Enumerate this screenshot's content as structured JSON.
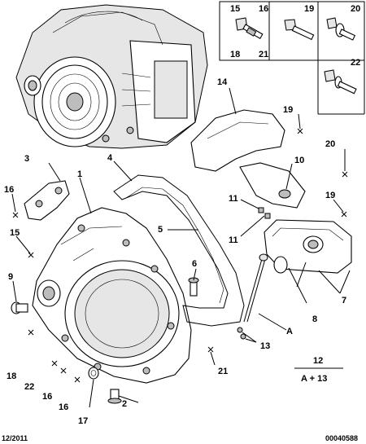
{
  "callouts": {
    "c1": "1",
    "c2": "2",
    "c3": "3",
    "c4": "4",
    "c5": "5",
    "c6": "6",
    "c7": "7",
    "c8": "8",
    "c9": "9",
    "c10": "10",
    "c11a": "11",
    "c11b": "11",
    "c13": "13",
    "c14": "14",
    "c15": "15",
    "c16a": "16",
    "c16b": "16",
    "c16c": "16",
    "c17": "17",
    "c18": "18",
    "c19a": "19",
    "c19b": "19",
    "c20": "20",
    "c21": "21",
    "c22": "22",
    "cA": "A"
  },
  "fastener_table": {
    "cell_15": "15",
    "cell_16": "16",
    "cell_18": "18",
    "cell_21": "21",
    "cell_19": "19",
    "cell_20": "20",
    "cell_22": "22"
  },
  "formula": {
    "top": "12",
    "bottom": "A + 13"
  },
  "footer": {
    "date": "12/2011",
    "code": "00040588"
  }
}
